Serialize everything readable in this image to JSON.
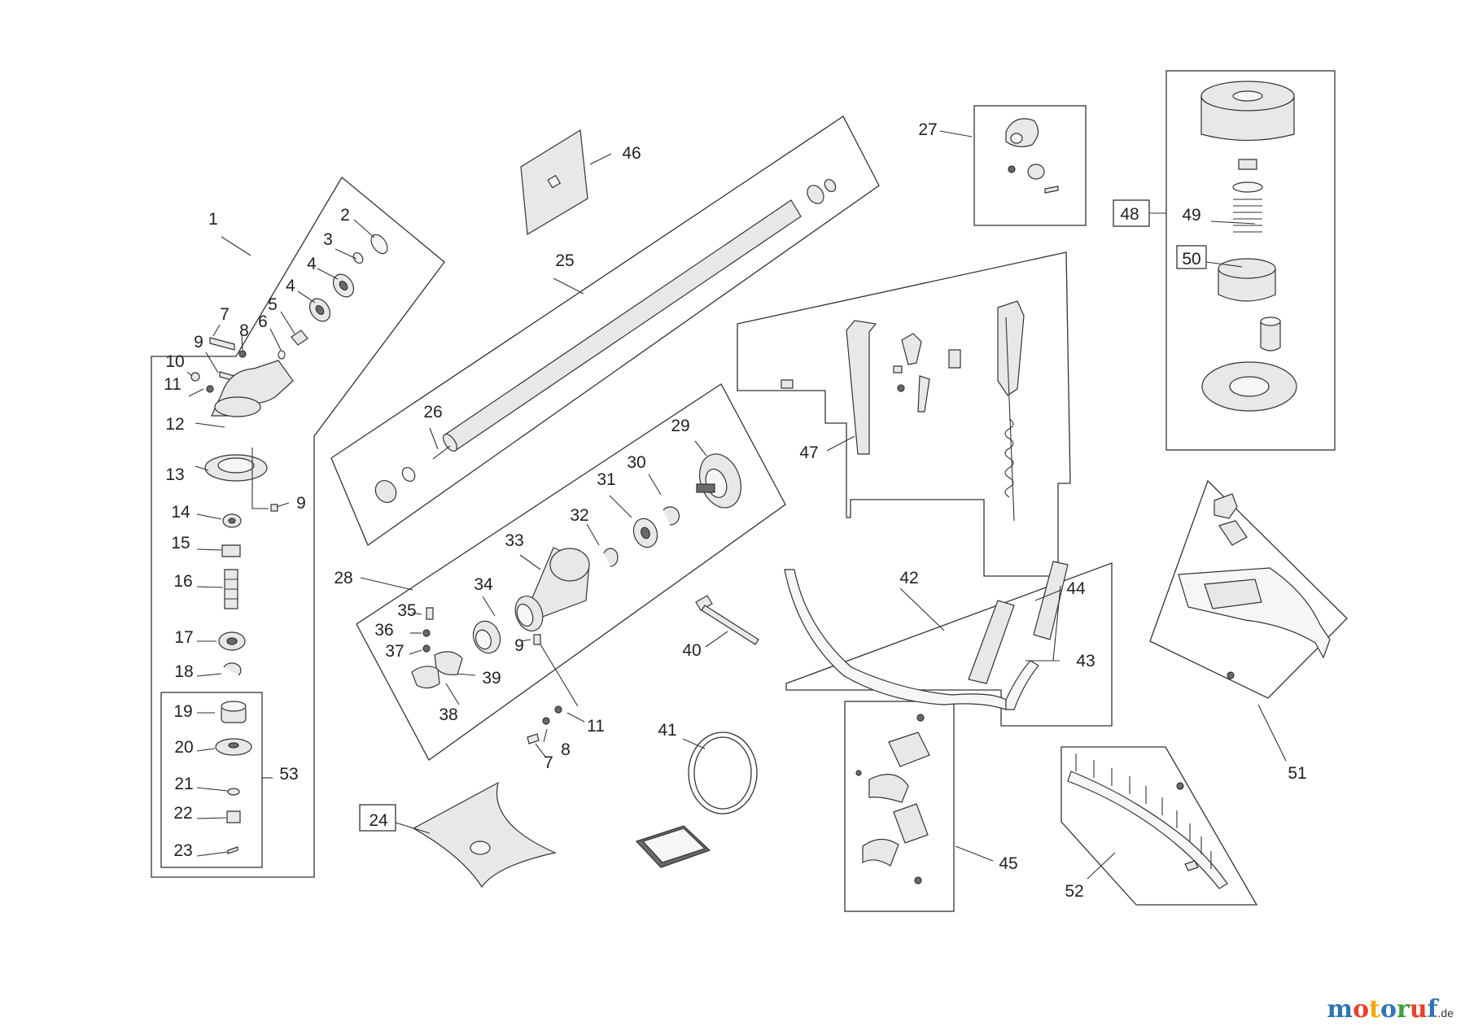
{
  "callouts": [
    "1",
    "2",
    "3",
    "4",
    "4",
    "5",
    "6",
    "7",
    "8",
    "9",
    "10",
    "11",
    "12",
    "13",
    "9",
    "14",
    "15",
    "16",
    "17",
    "18",
    "19",
    "20",
    "21",
    "22",
    "23",
    "53",
    "24",
    "25",
    "26",
    "46",
    "27",
    "28",
    "29",
    "30",
    "31",
    "32",
    "33",
    "34",
    "35",
    "36",
    "37",
    "9",
    "38",
    "39",
    "11",
    "8",
    "7",
    "40",
    "41",
    "42",
    "43",
    "44",
    "45",
    "47",
    "48",
    "49",
    "50",
    "51",
    "52"
  ],
  "boxed_callouts": [
    "24",
    "48",
    "50"
  ],
  "watermark": {
    "letters": [
      "m",
      "o",
      "t",
      "o",
      "r",
      "u",
      "f"
    ],
    "letter_colors": [
      "#2f74b5",
      "#e8402a",
      "#f2a900",
      "#2f74b5",
      "#3aa23a",
      "#e8402a",
      "#2f74b5"
    ],
    "suffix": ".de"
  }
}
